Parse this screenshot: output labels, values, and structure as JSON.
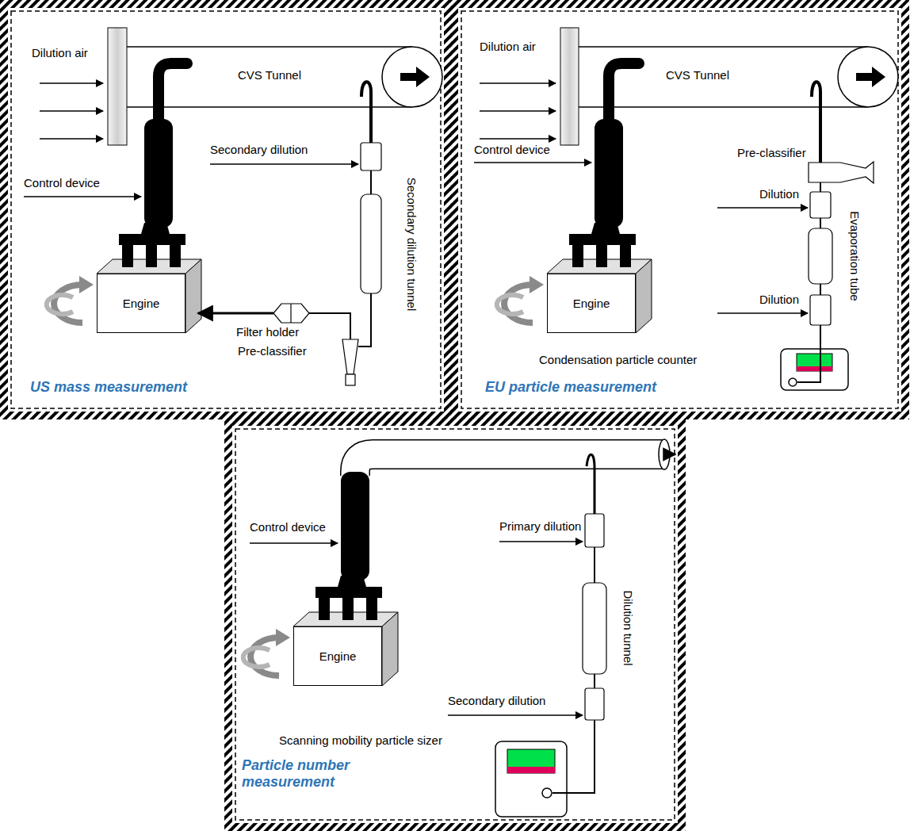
{
  "diagram": {
    "nodes": [
      {
        "text": [
          "US mass measurement"
        ]
      },
      {
        "text": [
          "Engine"
        ],
        "in": 0
      },
      {
        "text": [
          "EU particle measurement"
        ]
      },
      {
        "text": [
          "Engine"
        ],
        "in": 2
      },
      {
        "text": [
          "Particle number measurement"
        ]
      },
      {
        "text": [
          "Engine"
        ],
        "in": 4
      }
    ],
    "labels": [
      "Dilution air",
      "CVS Tunnel",
      "Secondary dilution",
      "Control device",
      "Secondary dilution tunnel",
      "Filter holder",
      "Pre-classifier",
      "Dilution air",
      "CVS Tunnel",
      "Pre-classifier",
      "Dilution",
      "Control device",
      "Evaporation tube",
      "Dilution",
      "Condensation particle counter",
      "Control device",
      "Primary dilution",
      "Dilution tunnel",
      "Secondary dilution",
      "Scanning mobility particle sizer"
    ]
  }
}
